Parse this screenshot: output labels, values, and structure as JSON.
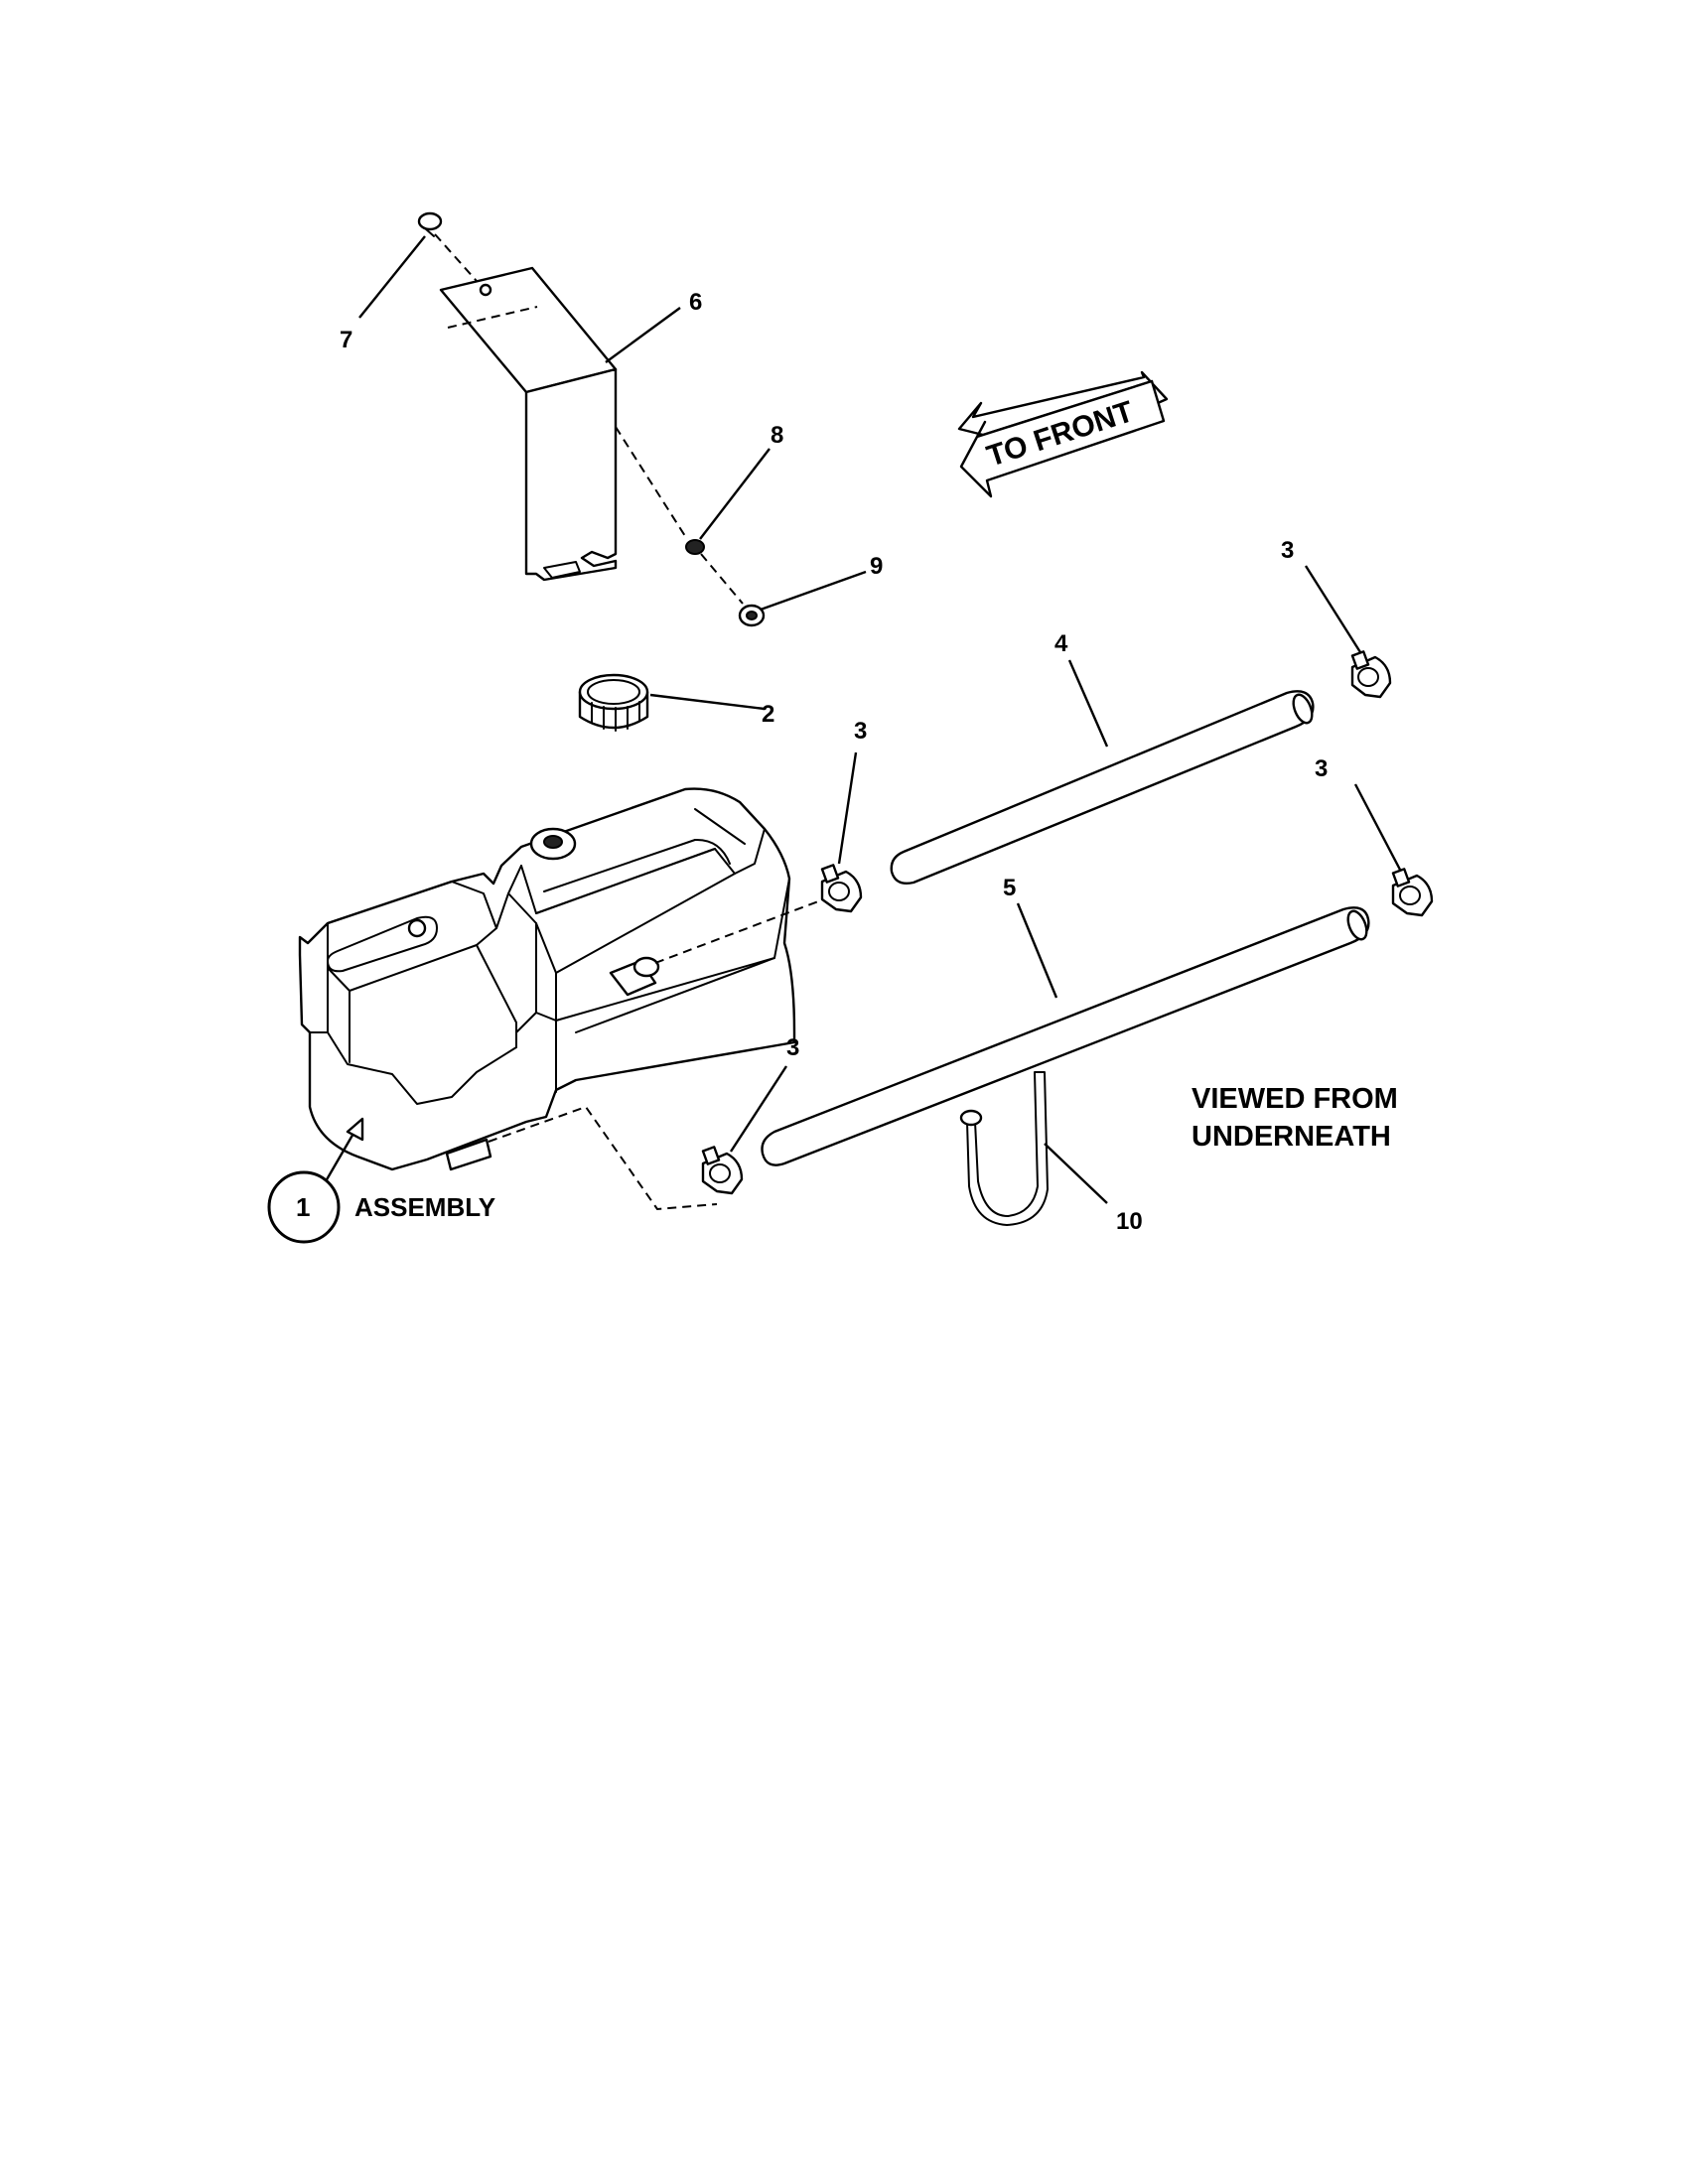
{
  "callouts": {
    "c1": "1",
    "c2": "2",
    "c3a": "3",
    "c3b": "3",
    "c3c": "3",
    "c3d": "3",
    "c4": "4",
    "c5": "5",
    "c6": "6",
    "c7": "7",
    "c8": "8",
    "c9": "9",
    "c10": "10"
  },
  "assembly_label": "ASSEMBLY",
  "direction_label": "TO FRONT",
  "view_note": [
    "VIEWED FROM",
    "UNDERNEATH"
  ]
}
